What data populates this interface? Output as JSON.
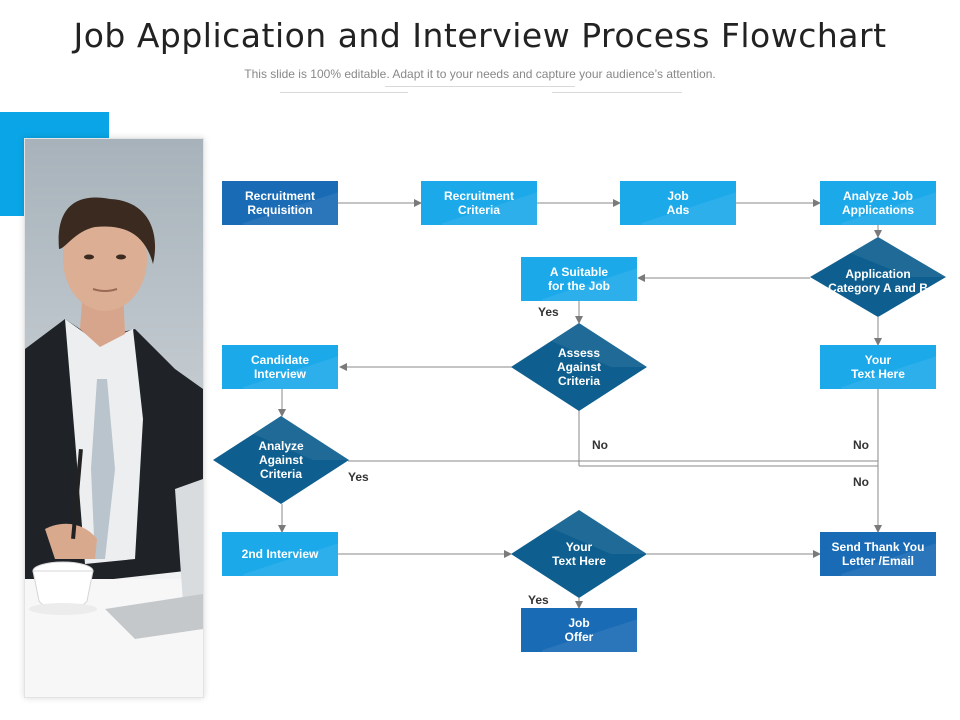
{
  "header": {
    "title": "Job Application and Interview Process Flowchart",
    "subtitle": "This slide is 100% editable. Adapt it to your needs and capture your audience’s attention."
  },
  "colors": {
    "accent": "#0aa5e6",
    "box_light": "#1ba9ea",
    "box_dark": "#1a6bb5",
    "diamond": "#0e5f8f",
    "line": "#8a8a8a"
  },
  "flow": {
    "recruitment_requisition": "Recruitment\nRequisition",
    "recruitment_criteria": "Recruitment\nCriteria",
    "job_ads": "Job\nAds",
    "analyze_job_applications": "Analyze Job\nApplications",
    "application_category": "Application\nCategory A and B",
    "suitable_for_job": "A Suitable\nfor the Job",
    "assess_against_criteria": "Assess\nAgainst\nCriteria",
    "your_text_here_1": "Your\nText Here",
    "candidate_interview": "Candidate\nInterview",
    "analyze_against_criteria": "Analyze\nAgainst\nCriteria",
    "second_interview": "2nd Interview",
    "your_text_here_2": "Your\nText Here",
    "send_thank_you": "Send Thank You\nLetter /Email",
    "job_offer": "Job\nOffer"
  },
  "labels": {
    "yes_1": "Yes",
    "no_1": "No",
    "no_2": "No",
    "yes_2": "Yes",
    "no_3": "No",
    "yes_3": "Yes"
  }
}
